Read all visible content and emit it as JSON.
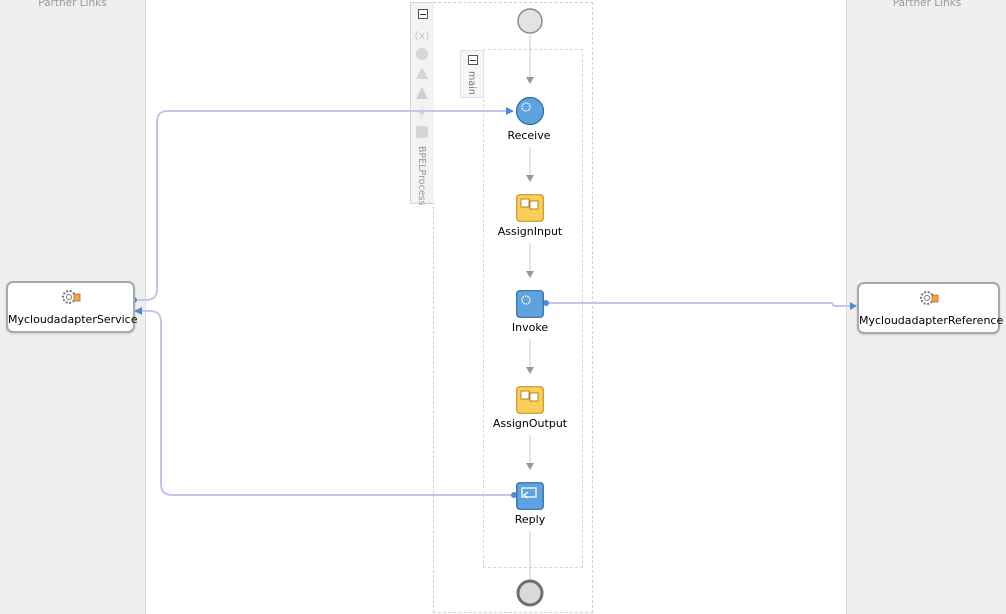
{
  "left_lane": {
    "title": "Partner Links",
    "partner": {
      "label": "MycloudadapterService",
      "icon": "gear-adapter-icon"
    }
  },
  "right_lane": {
    "title": "Partner Links",
    "partner": {
      "label": "MycloudadapterReference",
      "icon": "gear-adapter-icon"
    }
  },
  "palette": {
    "label": "BPELProcess"
  },
  "scope": {
    "label": "main"
  },
  "activities": [
    {
      "label": "Receive",
      "icon": "receive-icon"
    },
    {
      "label": "AssignInput",
      "icon": "assign-icon"
    },
    {
      "label": "Invoke",
      "icon": "invoke-icon"
    },
    {
      "label": "AssignOutput",
      "icon": "assign-icon"
    },
    {
      "label": "Reply",
      "icon": "reply-icon"
    }
  ],
  "colors": {
    "wire": "#c4c4ee",
    "wire_arrow": "#4a8fd6",
    "lane": "#efefef",
    "assign": "#f7c84c",
    "activity_blue": "#4f94d4"
  }
}
